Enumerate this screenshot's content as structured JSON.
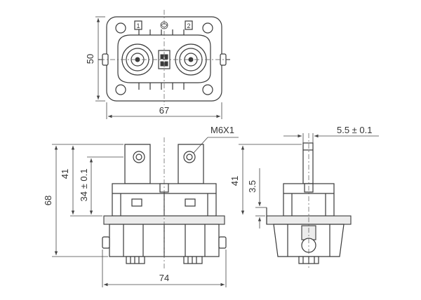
{
  "dimensions": {
    "top_height": "50",
    "top_width": "67",
    "front_height_total": "68",
    "front_height_upper": "41",
    "front_height_tolerance": "34 ± 0.1",
    "front_width": "74",
    "bolt_label": "M6X1",
    "side_height": "41",
    "side_offset": "3.5",
    "side_width_tolerance": "5.5 ± 0.1"
  },
  "top_view": {
    "terminal_1": "1",
    "terminal_2": "2"
  }
}
